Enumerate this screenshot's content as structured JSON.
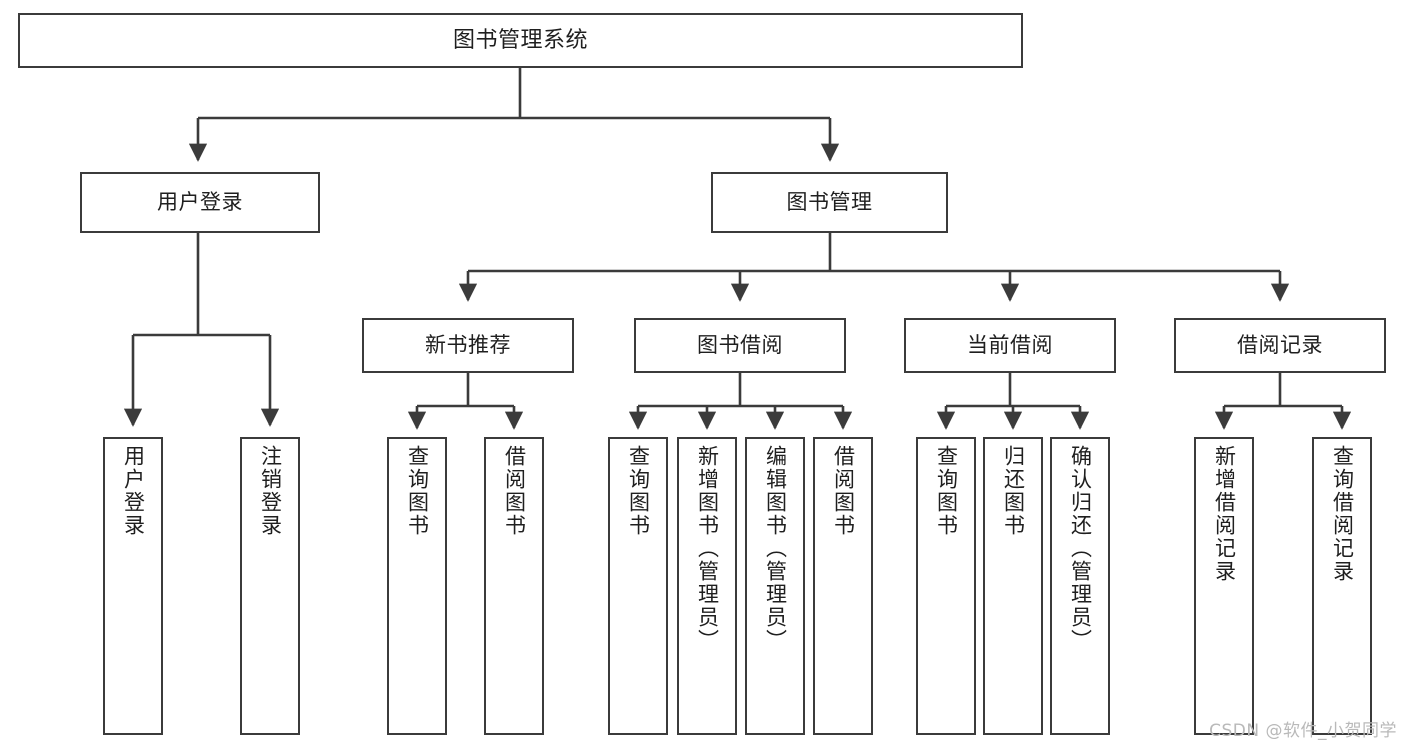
{
  "diagram": {
    "title": "图书管理系统",
    "type": "tree",
    "stroke_color": "#3b3b3b",
    "fill_color": "#ffffff",
    "text_color": "#1f1f1f",
    "watermark": "CSDN @软件_小贺同学",
    "levels": {
      "level1": [
        "图书管理系统"
      ],
      "level2": [
        "用户登录",
        "图书管理"
      ],
      "level3": [
        "新书推荐",
        "图书借阅",
        "当前借阅",
        "借阅记录"
      ],
      "level4": [
        "用户登录",
        "注销登录",
        "查询图书",
        "借阅图书",
        "查询图书",
        "新增图书（管理员）",
        "编辑图书（管理员）",
        "借阅图书",
        "查询图书",
        "归还图书",
        "确认归还（管理员）",
        "新增借阅记录",
        "查询借阅记录"
      ]
    },
    "nodes": {
      "root": {
        "label": "图书管理系统"
      },
      "user_login": {
        "label": "用户登录"
      },
      "book_manage": {
        "label": "图书管理"
      },
      "new_book_rec": {
        "label": "新书推荐"
      },
      "book_borrow": {
        "label": "图书借阅"
      },
      "current_borrow": {
        "label": "当前借阅"
      },
      "borrow_record": {
        "label": "借阅记录"
      },
      "leaf_user_login": {
        "label": "用户登录"
      },
      "leaf_logout": {
        "label": "注销登录"
      },
      "leaf_query_book_a": {
        "label": "查询图书"
      },
      "leaf_borrow_book_a": {
        "label": "借阅图书"
      },
      "leaf_query_book_b": {
        "label": "查询图书"
      },
      "leaf_add_book": {
        "label": "新增图书（管理员）"
      },
      "leaf_edit_book": {
        "label": "编辑图书（管理员）"
      },
      "leaf_borrow_book_b": {
        "label": "借阅图书"
      },
      "leaf_query_book_c": {
        "label": "查询图书"
      },
      "leaf_return_book": {
        "label": "归还图书"
      },
      "leaf_confirm_return": {
        "label": "确认归还（管理员）"
      },
      "leaf_add_record": {
        "label": "新增借阅记录"
      },
      "leaf_query_record": {
        "label": "查询借阅记录"
      }
    }
  }
}
